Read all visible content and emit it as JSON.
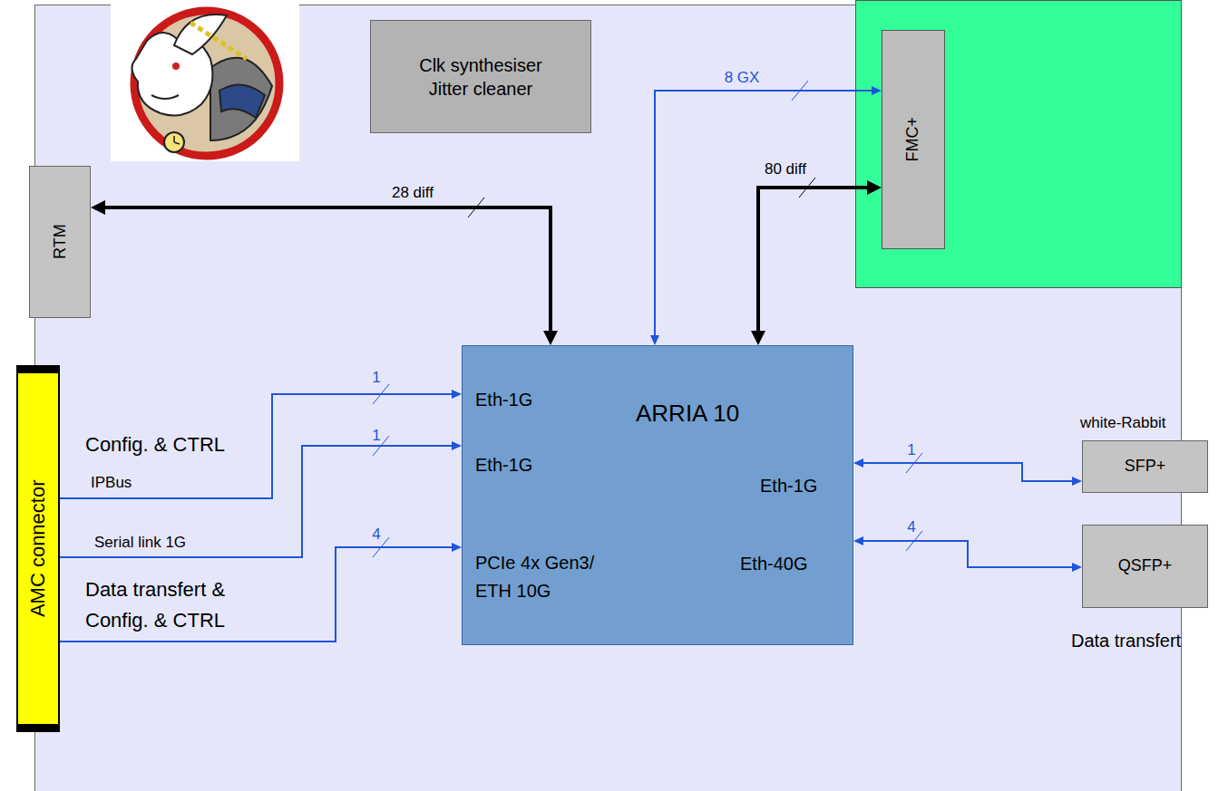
{
  "diagram": {
    "nodes": [
      {
        "text": [
          "Clk synthesiser Jitter cleaner"
        ]
      },
      {
        "text": [
          "FMC+"
        ]
      },
      {
        "text": [
          "RTM"
        ]
      },
      {
        "text": [
          "AMC connector"
        ]
      },
      {
        "text": [
          "ARRIA 10",
          "Eth-1G",
          "Eth-1G",
          "PCIe 4x Gen3/ ETH 10G",
          "Eth-1G",
          "Eth-40G"
        ]
      },
      {
        "text": [
          "white-Rabbit",
          "SFP+"
        ]
      },
      {
        "text": [
          "QSFP+",
          "Data transfert"
        ]
      }
    ],
    "edges": [
      {
        "from": 2,
        "to": 4,
        "arrow": "both",
        "label": "28 diff"
      },
      {
        "from": 4,
        "to": 1,
        "arrow": "both",
        "label": "8 GX"
      },
      {
        "from": 4,
        "to": 1,
        "arrow": "both",
        "label": "80 diff"
      },
      {
        "from": 3,
        "to": 4,
        "arrow": "to",
        "label": "1"
      },
      {
        "from": 3,
        "to": 4,
        "arrow": "to",
        "label": "1"
      },
      {
        "from": 3,
        "to": 4,
        "arrow": "to",
        "label": "4"
      },
      {
        "from": 4,
        "to": 5,
        "arrow": "both",
        "label": "1"
      },
      {
        "from": 4,
        "to": 6,
        "arrow": "both",
        "label": "4"
      }
    ],
    "labels": [
      "Config. & CTRL",
      "IPBus",
      "Serial link 1G",
      "Data transfert & Config. & CTRL"
    ]
  }
}
